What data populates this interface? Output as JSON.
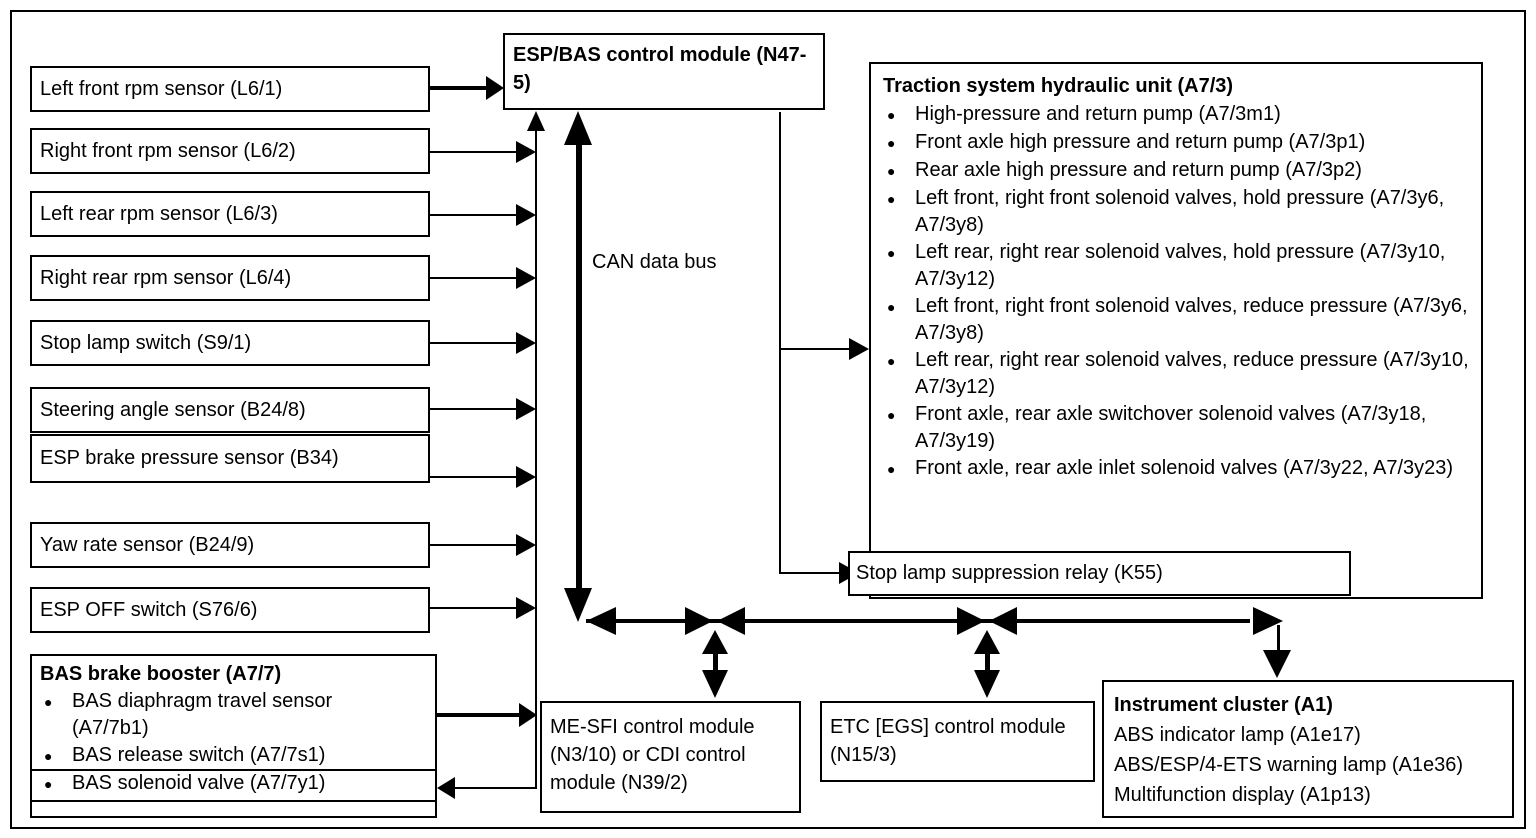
{
  "sensors": [
    "Left front rpm sensor (L6/1)",
    "Right front rpm sensor (L6/2)",
    "Left rear rpm sensor (L6/3)",
    "Right rear rpm sensor (L6/4)",
    "Stop lamp switch (S9/1)",
    "Steering angle sensor (B24/8)",
    "ESP brake pressure sensor (B34)",
    "Yaw rate sensor (B24/9)",
    "ESP OFF switch (S76/6)"
  ],
  "esp_module": {
    "title": "ESP/BAS control module (N47-5)"
  },
  "can_bus_label": "CAN data bus",
  "bas_booster": {
    "title": "BAS brake booster (A7/7)",
    "items": [
      "BAS diaphragm travel sensor (A7/7b1)",
      "BAS release switch (A7/7s1)",
      "BAS solenoid valve (A7/7y1)"
    ]
  },
  "traction_unit": {
    "title": "Traction system hydraulic unit (A7/3)",
    "items": [
      "High-pressure and return pump (A7/3m1)",
      "Front axle high pressure and return pump (A7/3p1)",
      "Rear axle high pressure and return pump (A7/3p2)",
      "Left front, right front solenoid valves, hold pressure (A7/3y6, A7/3y8)",
      "Left rear, right rear solenoid valves, hold pressure (A7/3y10, A7/3y12)",
      "Left front, right front solenoid valves, reduce pressure (A7/3y6, A7/3y8)",
      "Left rear, right rear solenoid valves, reduce pressure (A7/3y10, A7/3y12)",
      "Front axle, rear axle switchover solenoid valves (A7/3y18, A7/3y19)",
      "Front axle, rear axle inlet solenoid valves (A7/3y22, A7/3y23)"
    ]
  },
  "relay_label": "Stop lamp suppression relay (K55)",
  "me_sfi_label": "ME-SFI control module (N3/10) or CDI control module (N39/2)",
  "etc_label": "ETC [EGS] control module (N15/3)",
  "instrument_cluster": {
    "title": "Instrument cluster (A1)",
    "items": [
      "ABS indicator lamp (A1e17)",
      "ABS/ESP/4-ETS warning lamp (A1e36)",
      "Multifunction display (A1p13)"
    ]
  },
  "colors": {
    "line": "#000000",
    "background": "#ffffff",
    "text": "#000000"
  }
}
